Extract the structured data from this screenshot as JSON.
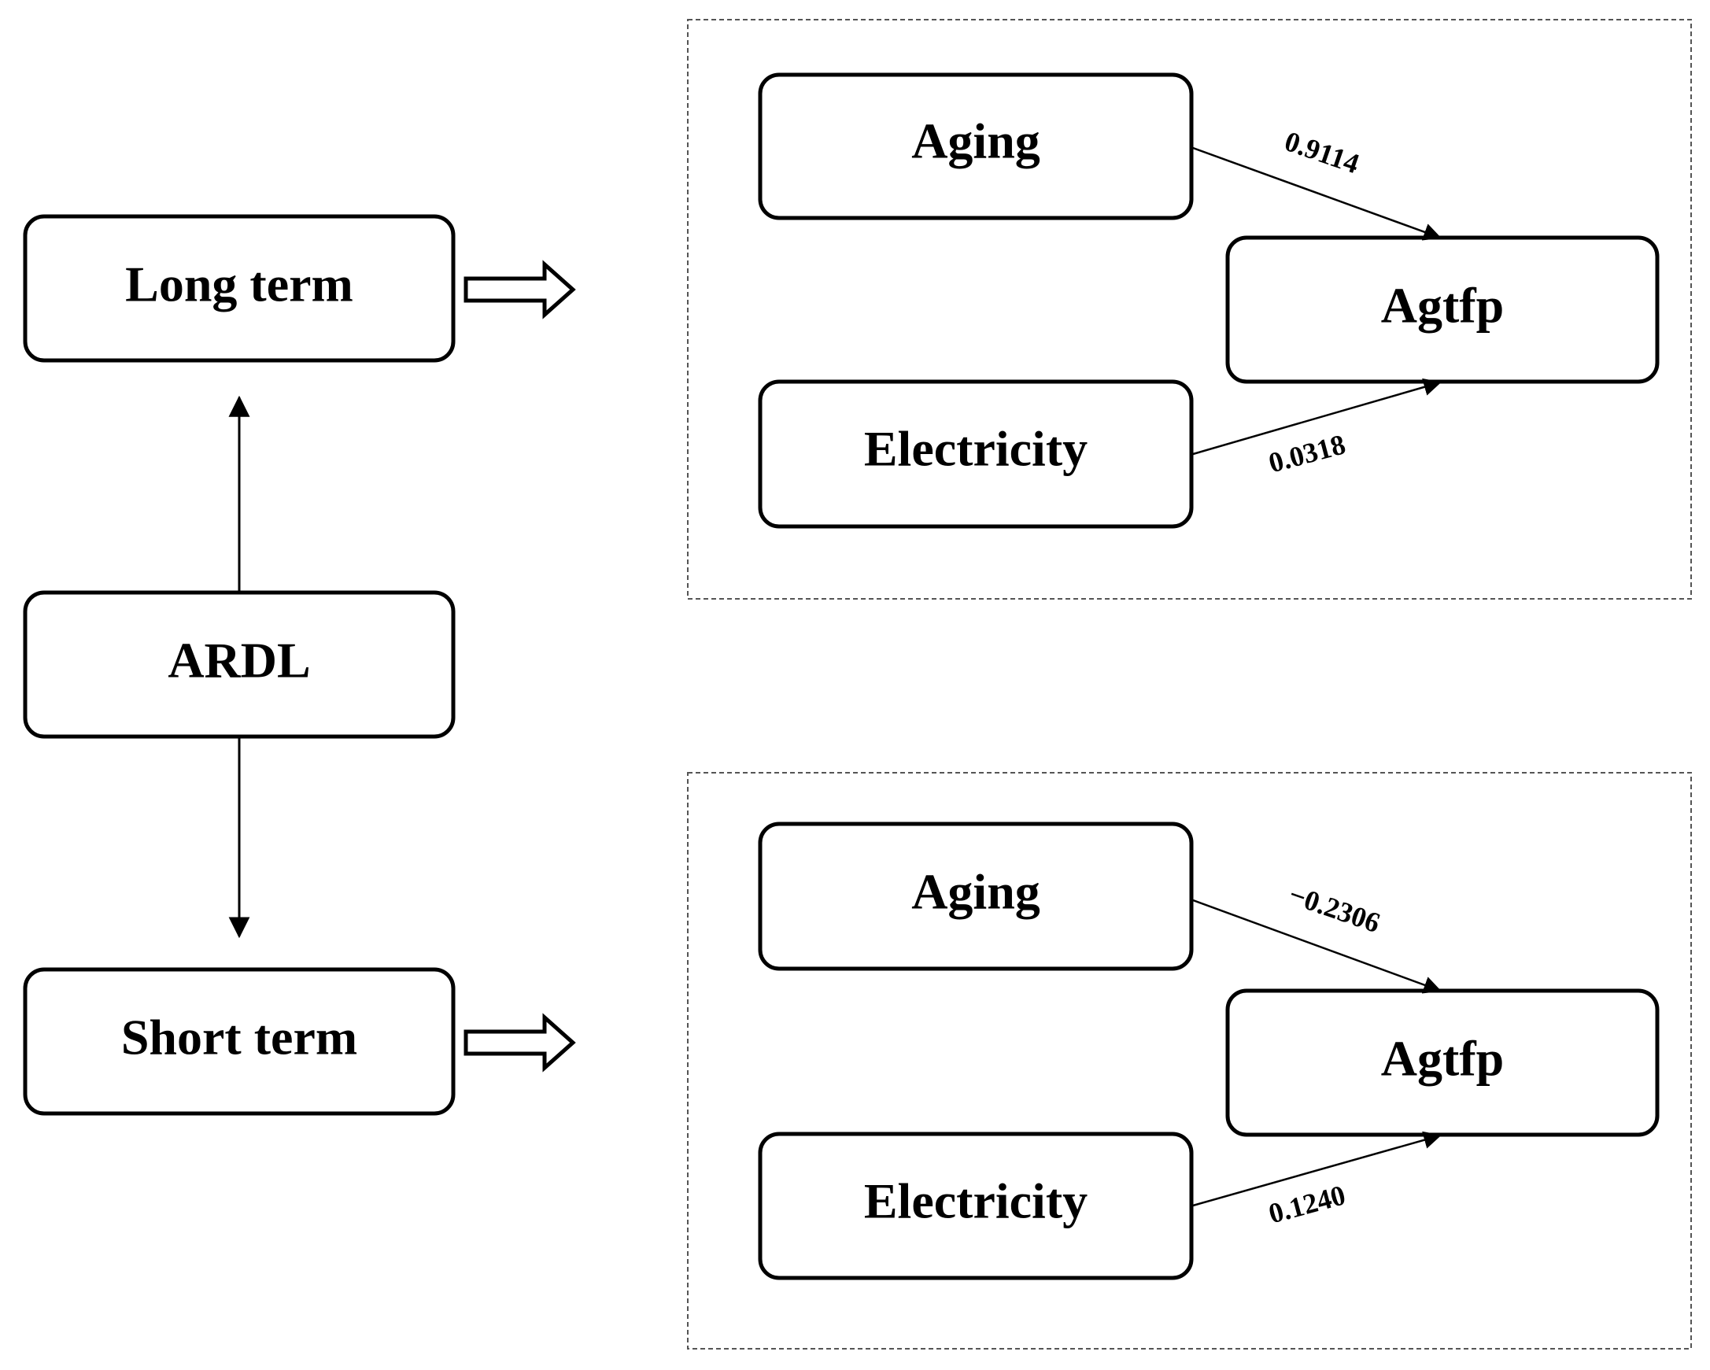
{
  "left": {
    "long_term": "Long term",
    "ardl": "ARDL",
    "short_term": "Short term"
  },
  "panels": [
    {
      "aging": "Aging",
      "electricity": "Electricity",
      "target": "Agtfp",
      "aging_coef": "0.9114",
      "electricity_coef": "0.0318"
    },
    {
      "aging": "Aging",
      "electricity": "Electricity",
      "target": "Agtfp",
      "aging_coef": "−0.2306",
      "electricity_coef": "0.1240"
    }
  ]
}
